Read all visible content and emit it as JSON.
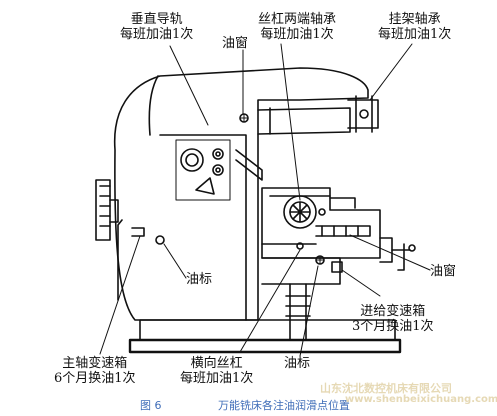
{
  "labels": {
    "vertical_guide": {
      "title": "垂直导轨",
      "note": "每班加油1次"
    },
    "oil_window_top": "油窗",
    "screw_bearing": {
      "title": "丝杠两端轴承",
      "note": "每班加油1次"
    },
    "arbor_bearing": {
      "title": "挂架轴承",
      "note": "每班加油1次"
    },
    "oil_window_right": "油窗",
    "feed_gearbox": {
      "title": "进给变速箱",
      "note": "3个月换油1次"
    },
    "oil_gauge_left": "油标",
    "spindle_gearbox": {
      "title": "主轴变速箱",
      "note": "6个月换油1次"
    },
    "cross_screw": {
      "title": "横向丝杠",
      "note": "每班加油1次"
    },
    "oil_gauge_bottom": "油标"
  },
  "caption": {
    "figure_number": "图 6",
    "text": "万能铣床各注油润滑点位置"
  },
  "watermark": {
    "line1": "山东沈北数控机床有限公司",
    "line2": "www.shenbeixichuang.com"
  },
  "colors": {
    "line": "#111111",
    "caption": "#3f6db8",
    "watermark": "#e6d9b5"
  }
}
